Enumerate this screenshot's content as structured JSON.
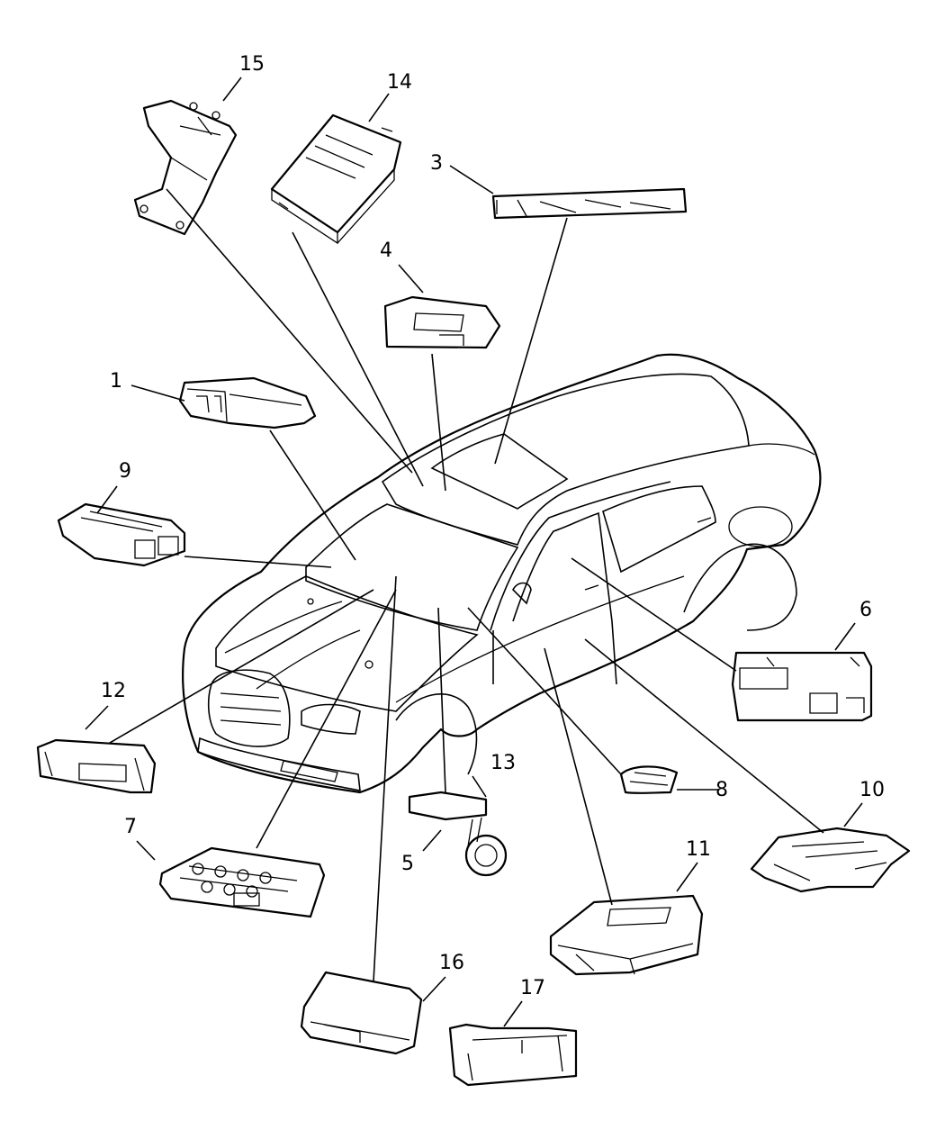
{
  "callouts": [
    {
      "id": "c1",
      "text": "1"
    },
    {
      "id": "c3",
      "text": "3"
    },
    {
      "id": "c4",
      "text": "4"
    },
    {
      "id": "c5",
      "text": "5"
    },
    {
      "id": "c6",
      "text": "6"
    },
    {
      "id": "c7",
      "text": "7"
    },
    {
      "id": "c8",
      "text": "8"
    },
    {
      "id": "c9",
      "text": "9"
    },
    {
      "id": "c10",
      "text": "10"
    },
    {
      "id": "c11",
      "text": "11"
    },
    {
      "id": "c12",
      "text": "12"
    },
    {
      "id": "c13",
      "text": "13"
    },
    {
      "id": "c14",
      "text": "14"
    },
    {
      "id": "c15",
      "text": "15"
    },
    {
      "id": "c16",
      "text": "16"
    },
    {
      "id": "c17",
      "text": "17"
    }
  ]
}
